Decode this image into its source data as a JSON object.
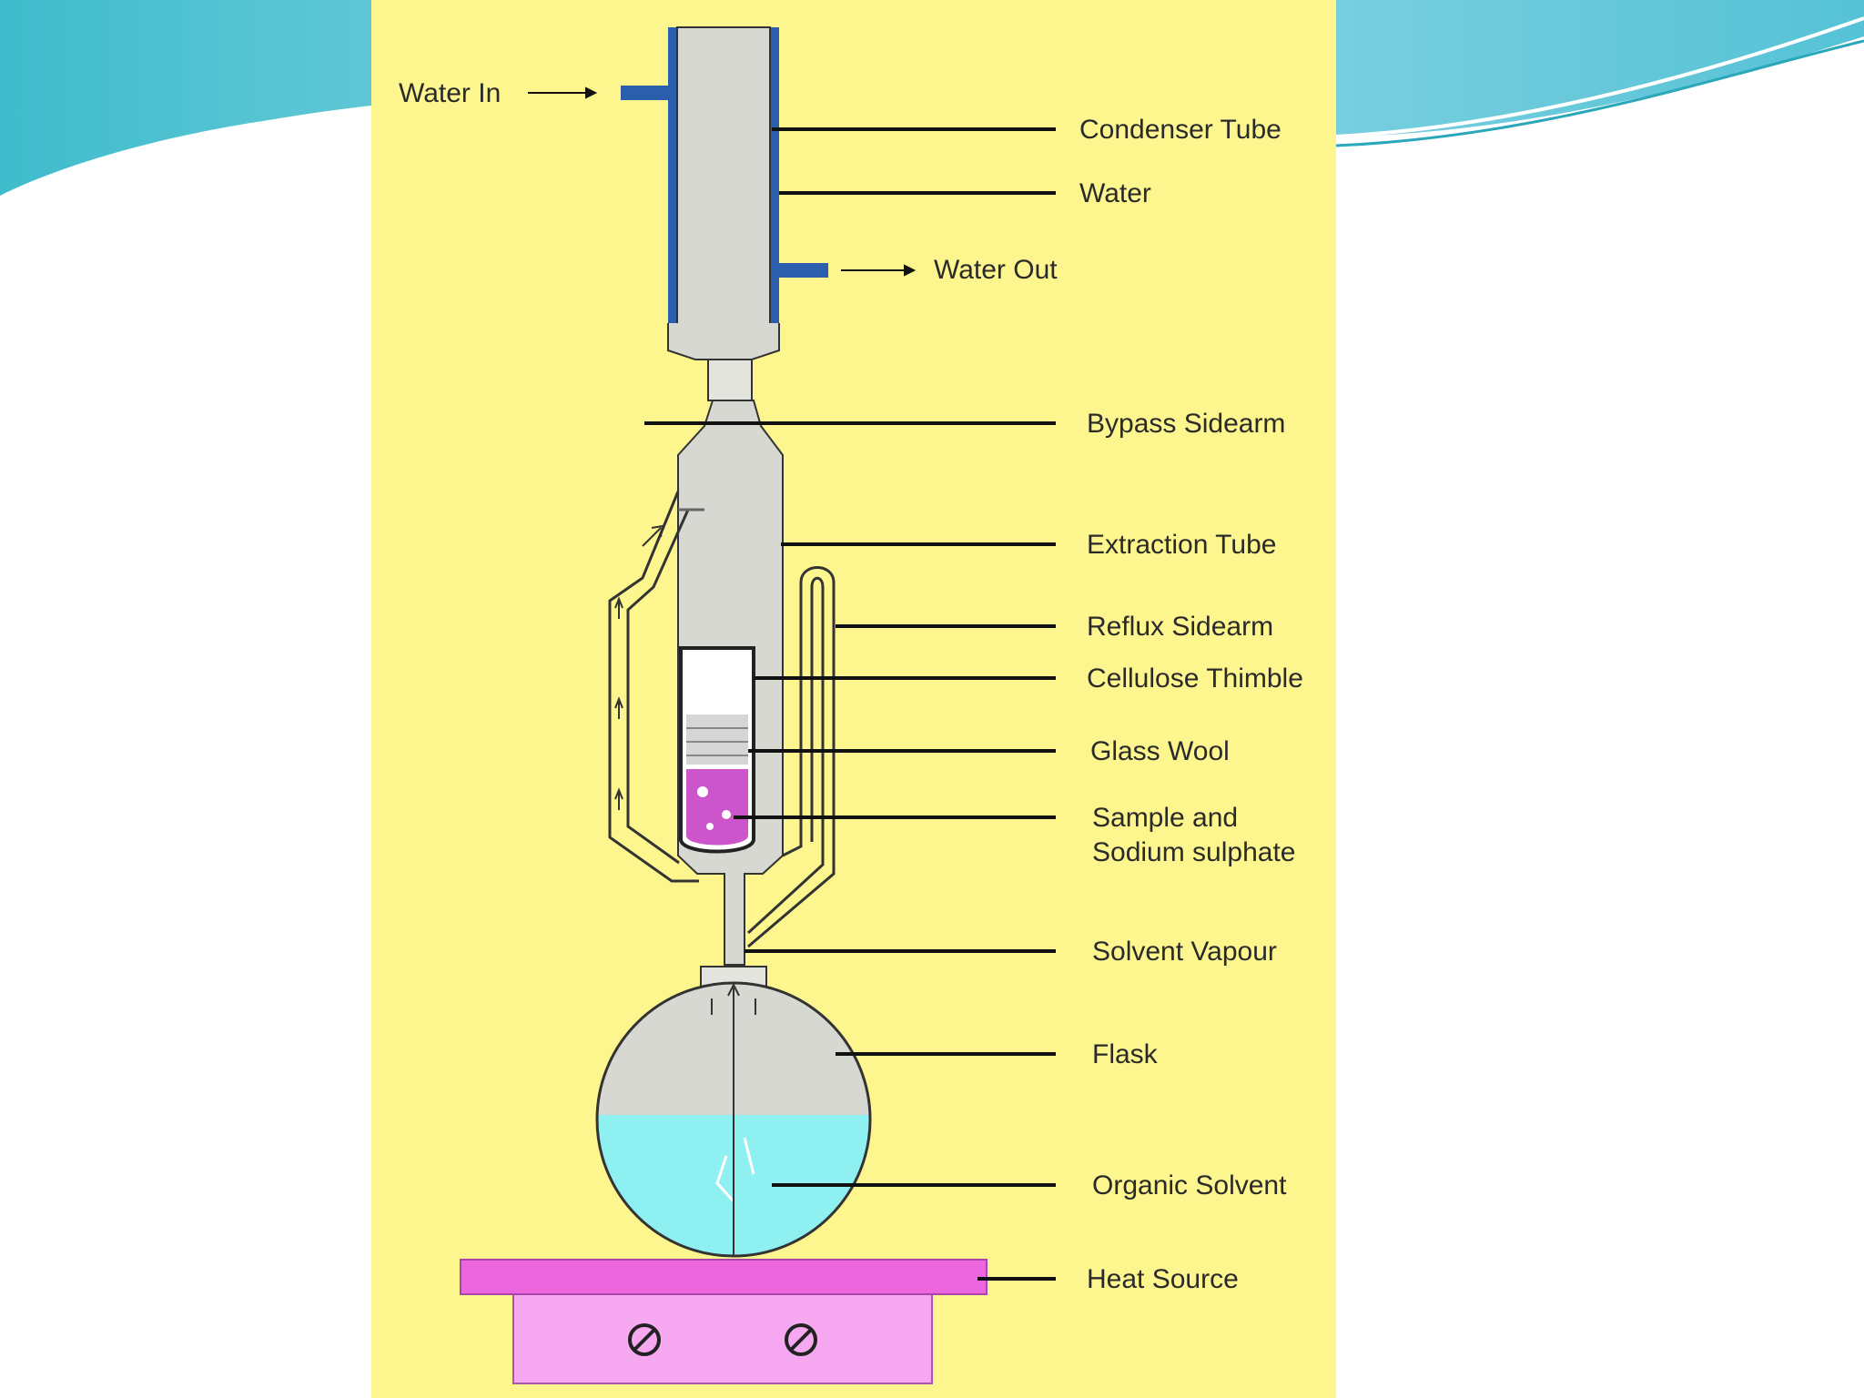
{
  "diagram": {
    "labels": {
      "water_in": "Water In",
      "condenser_tube": "Condenser Tube",
      "water": "Water",
      "water_out": "Water Out",
      "bypass_sidearm": "Bypass Sidearm",
      "extraction_tube": "Extraction Tube",
      "reflux_sidearm": "Reflux Sidearm",
      "cellulose_thimble": "Cellulose Thimble",
      "glass_wool": "Glass Wool",
      "sample_line1": "Sample and",
      "sample_line2": "Sodium sulphate",
      "solvent_vapour": "Solvent Vapour",
      "flask": "Flask",
      "organic_solvent": "Organic Solvent",
      "heat_source": "Heat Source"
    },
    "colors": {
      "panel_background": "#fdf68e",
      "condenser_water": "#2b5fae",
      "glass": "#d8d8d2",
      "sample": "#cc55cc",
      "solvent": "#8ff0f2",
      "heater_top": "#ee66dd",
      "heater_base": "#f6a8f0"
    }
  }
}
